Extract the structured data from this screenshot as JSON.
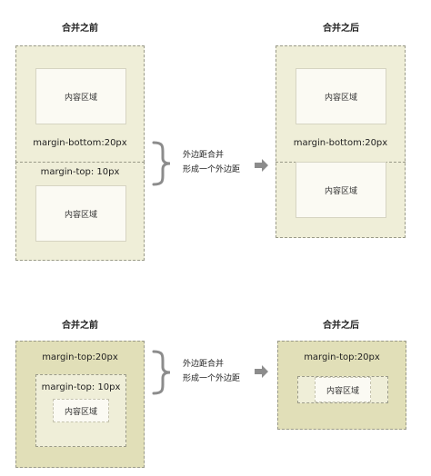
{
  "section1": {
    "before_title": "合并之前",
    "after_title": "合并之后",
    "content_label": "内容区域",
    "margin_bottom_label": "margin-bottom:20px",
    "margin_top_label": "margin-top: 10px",
    "after_margin_label": "margin-bottom:20px",
    "note_line1": "外边距合并",
    "note_line2": "形成一个外边距"
  },
  "section2": {
    "before_title": "合并之前",
    "after_title": "合并之后",
    "outer_margin_label": "margin-top:20px",
    "inner_margin_label": "margin-top: 10px",
    "content_label": "内容区域",
    "after_margin_label": "margin-top:20px",
    "note_line1": "外边距合并",
    "note_line2": "形成一个外边距"
  },
  "colors": {
    "light_bg": "#efeed8",
    "dark_bg": "#e1dfb8",
    "content_bg": "#fbfaf3",
    "dashed_border": "#9a9a88",
    "brace_arrow": "#8c8c8c"
  }
}
